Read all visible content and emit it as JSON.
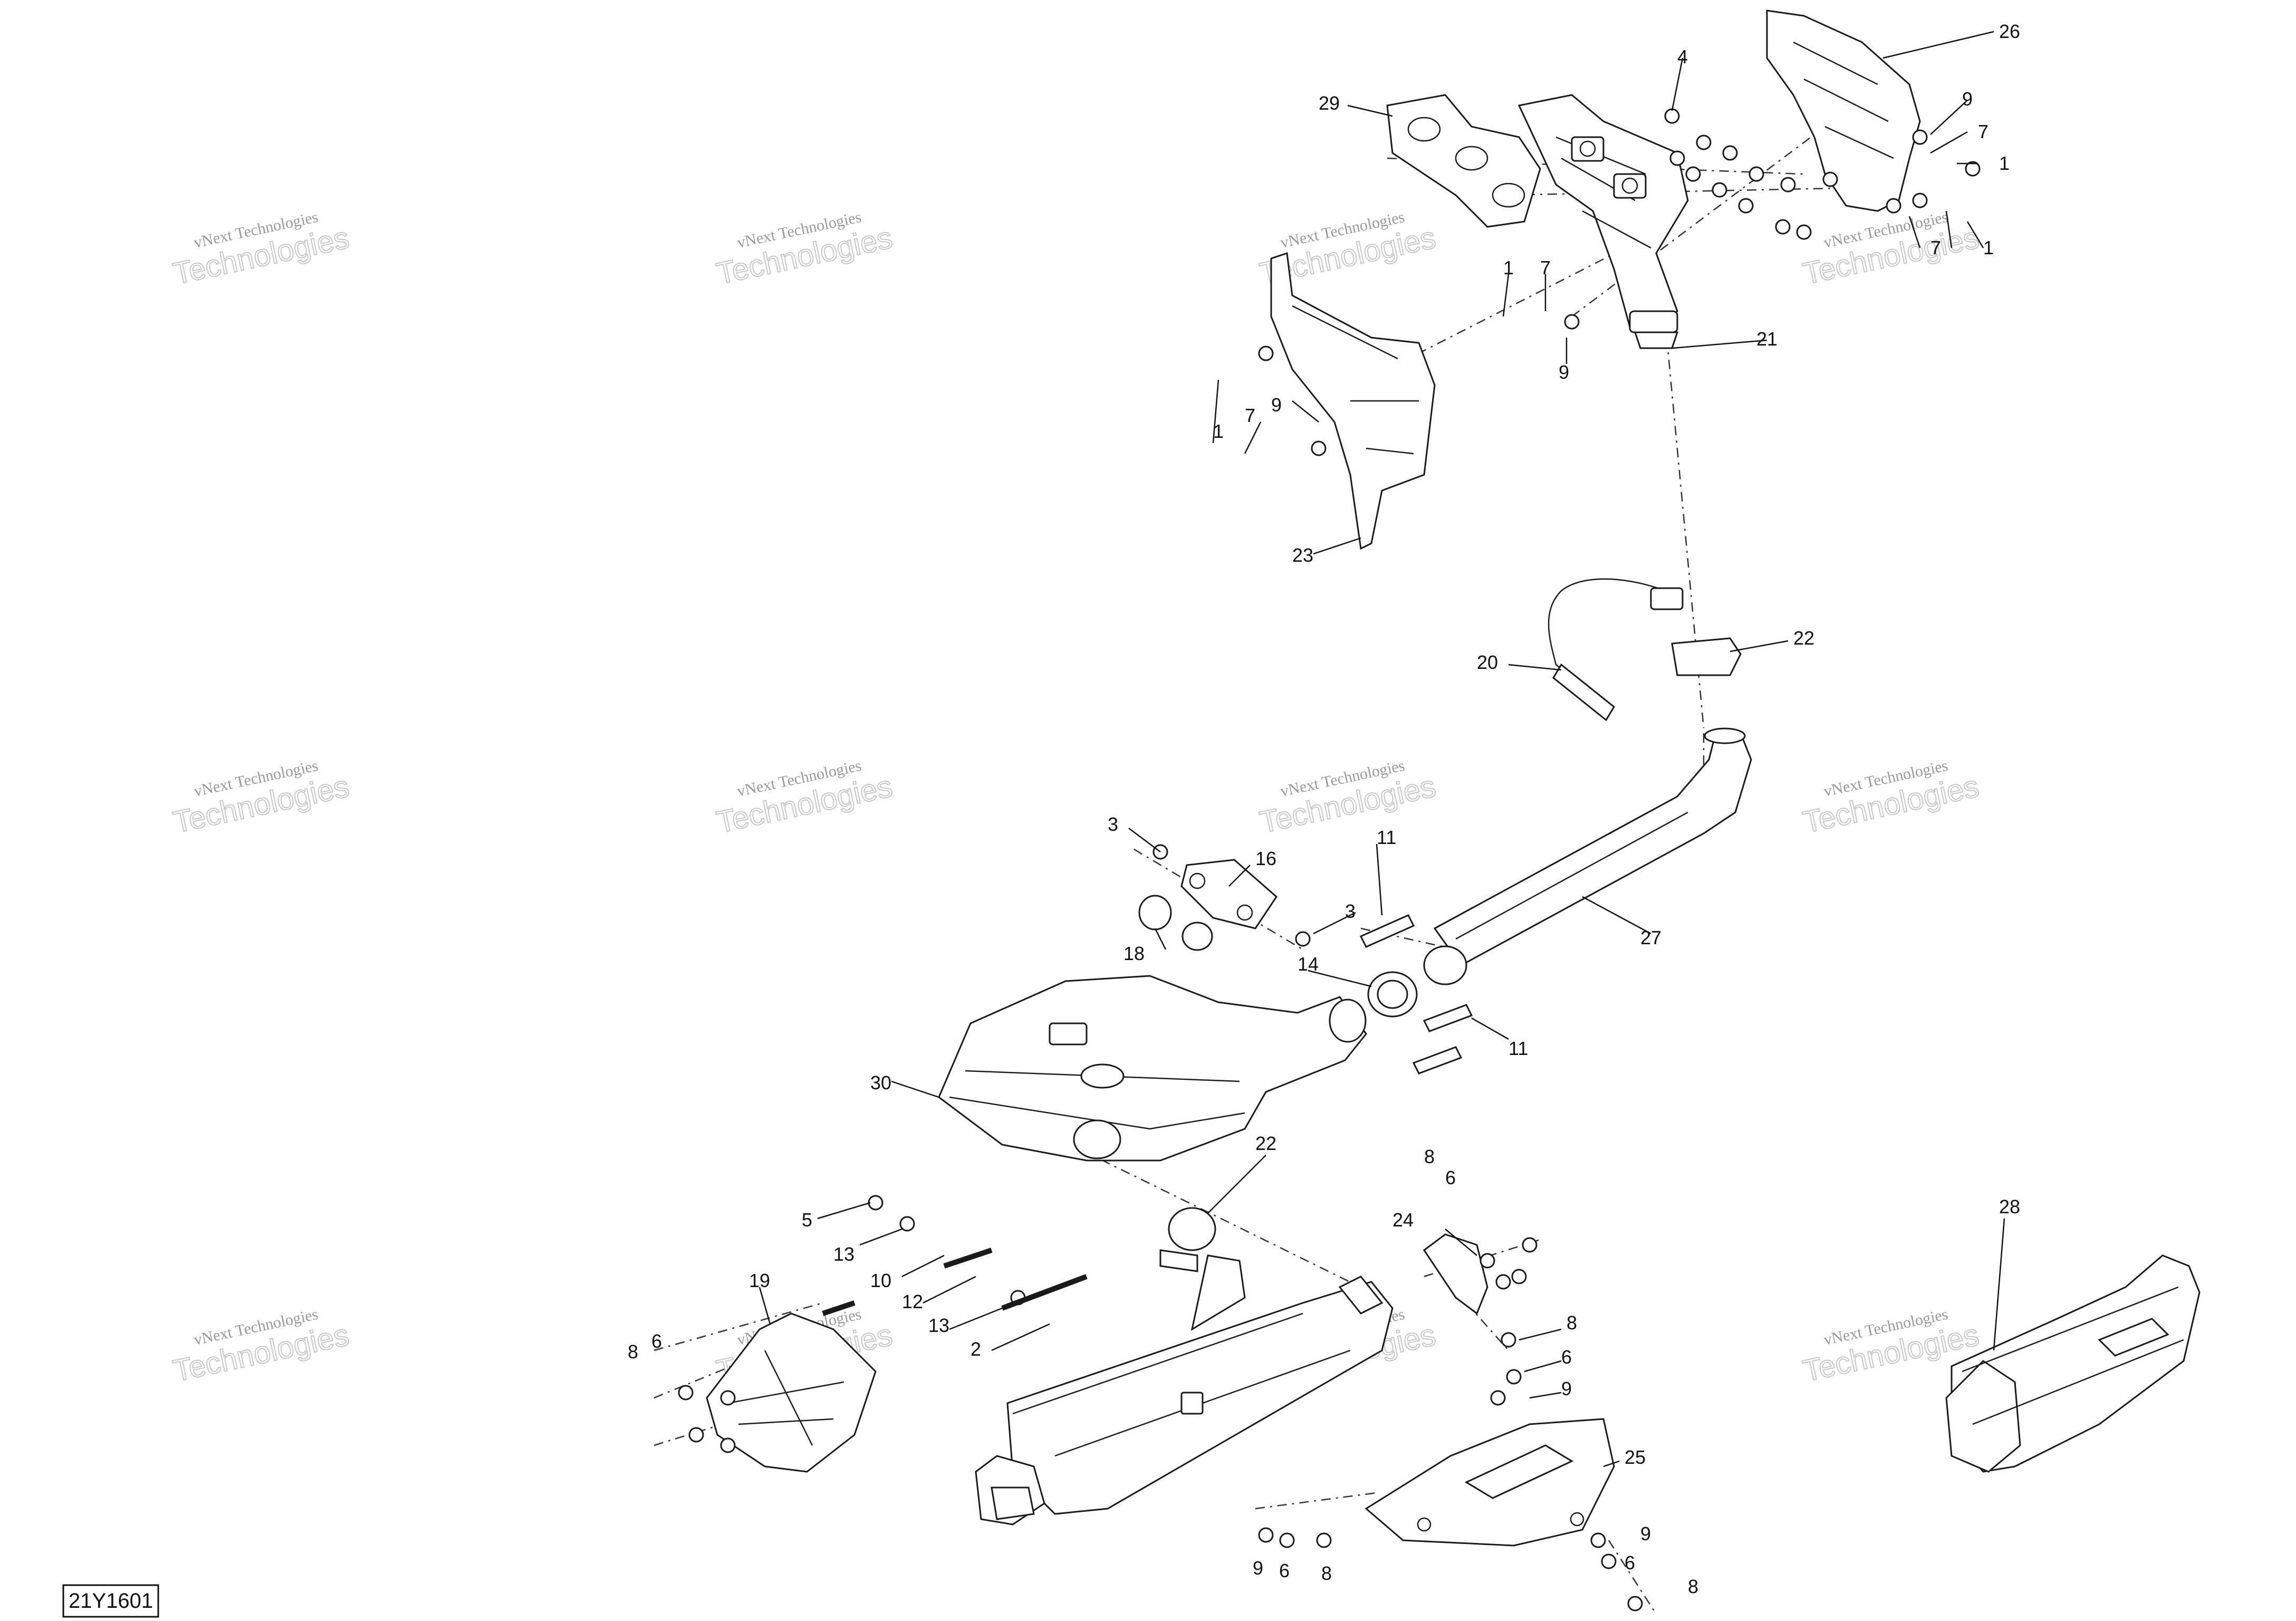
{
  "diagram": {
    "code": "21Y1601",
    "watermark": {
      "line1": "vNext Technologies",
      "line2": "Technologies"
    },
    "callouts": [
      "1",
      "2",
      "3",
      "4",
      "5",
      "6",
      "7",
      "8",
      "9",
      "10",
      "11",
      "12",
      "13",
      "14",
      "16",
      "18",
      "19",
      "20",
      "21",
      "22",
      "23",
      "24",
      "25",
      "26",
      "27",
      "28",
      "29",
      "30"
    ]
  }
}
